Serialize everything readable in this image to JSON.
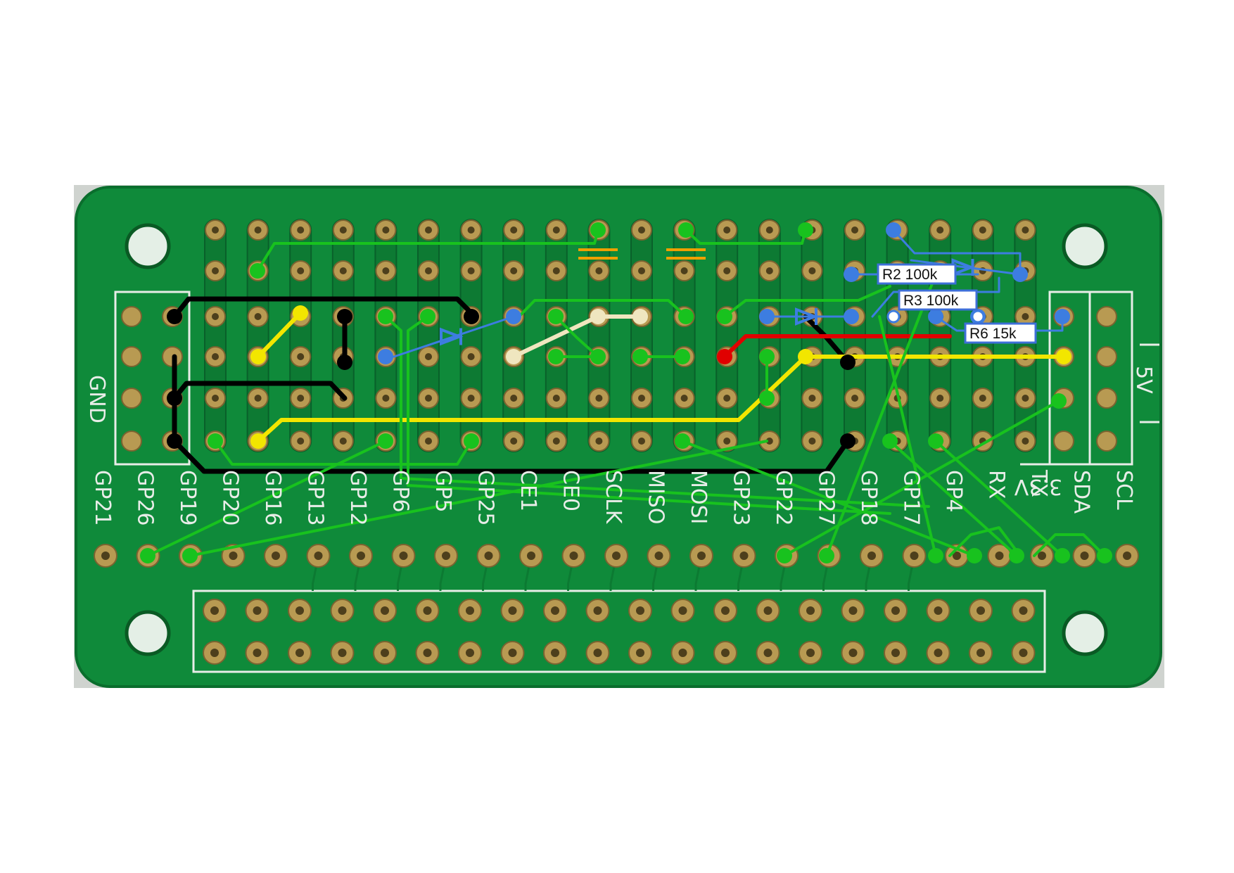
{
  "board": {
    "name": "Raspberry Pi Zero proto-board stripboard layout",
    "colors": {
      "pcb": "#0f8a3a",
      "pcb_edge": "#0a6e2d",
      "silkscreen": "#e8ede8",
      "pad": "#b89a52",
      "wire_green": "#18c21e",
      "wire_black": "#000000",
      "wire_yellow": "#f2e600",
      "wire_cream": "#efe6bf",
      "wire_red": "#e00000",
      "component_blue": "#3d7de0",
      "capacitor_orange": "#f0a000"
    }
  },
  "silkscreen": {
    "gnd_label": "GND",
    "v5_label": "5V",
    "v33_label": "3.3V",
    "pin_labels": [
      "GP21",
      "GP26",
      "GP19",
      "GP20",
      "GP16",
      "GP13",
      "GP12",
      "GP6",
      "GP5",
      "GP25",
      "CE1",
      "CE0",
      "SCLK",
      "MISO",
      "MOSI",
      "GP23",
      "GP22",
      "GP27",
      "GP18",
      "GP17",
      "GP4",
      "RX",
      "TX",
      "SDA",
      "SCL"
    ]
  },
  "components": {
    "resistors": [
      {
        "id": "R2",
        "label": "R2 100k"
      },
      {
        "id": "R3",
        "label": "R3 100k"
      },
      {
        "id": "R6",
        "label": "R6 15k"
      }
    ],
    "diodes": [
      "D1",
      "D2",
      "D3"
    ],
    "capacitors": [
      "C1",
      "C2"
    ]
  }
}
